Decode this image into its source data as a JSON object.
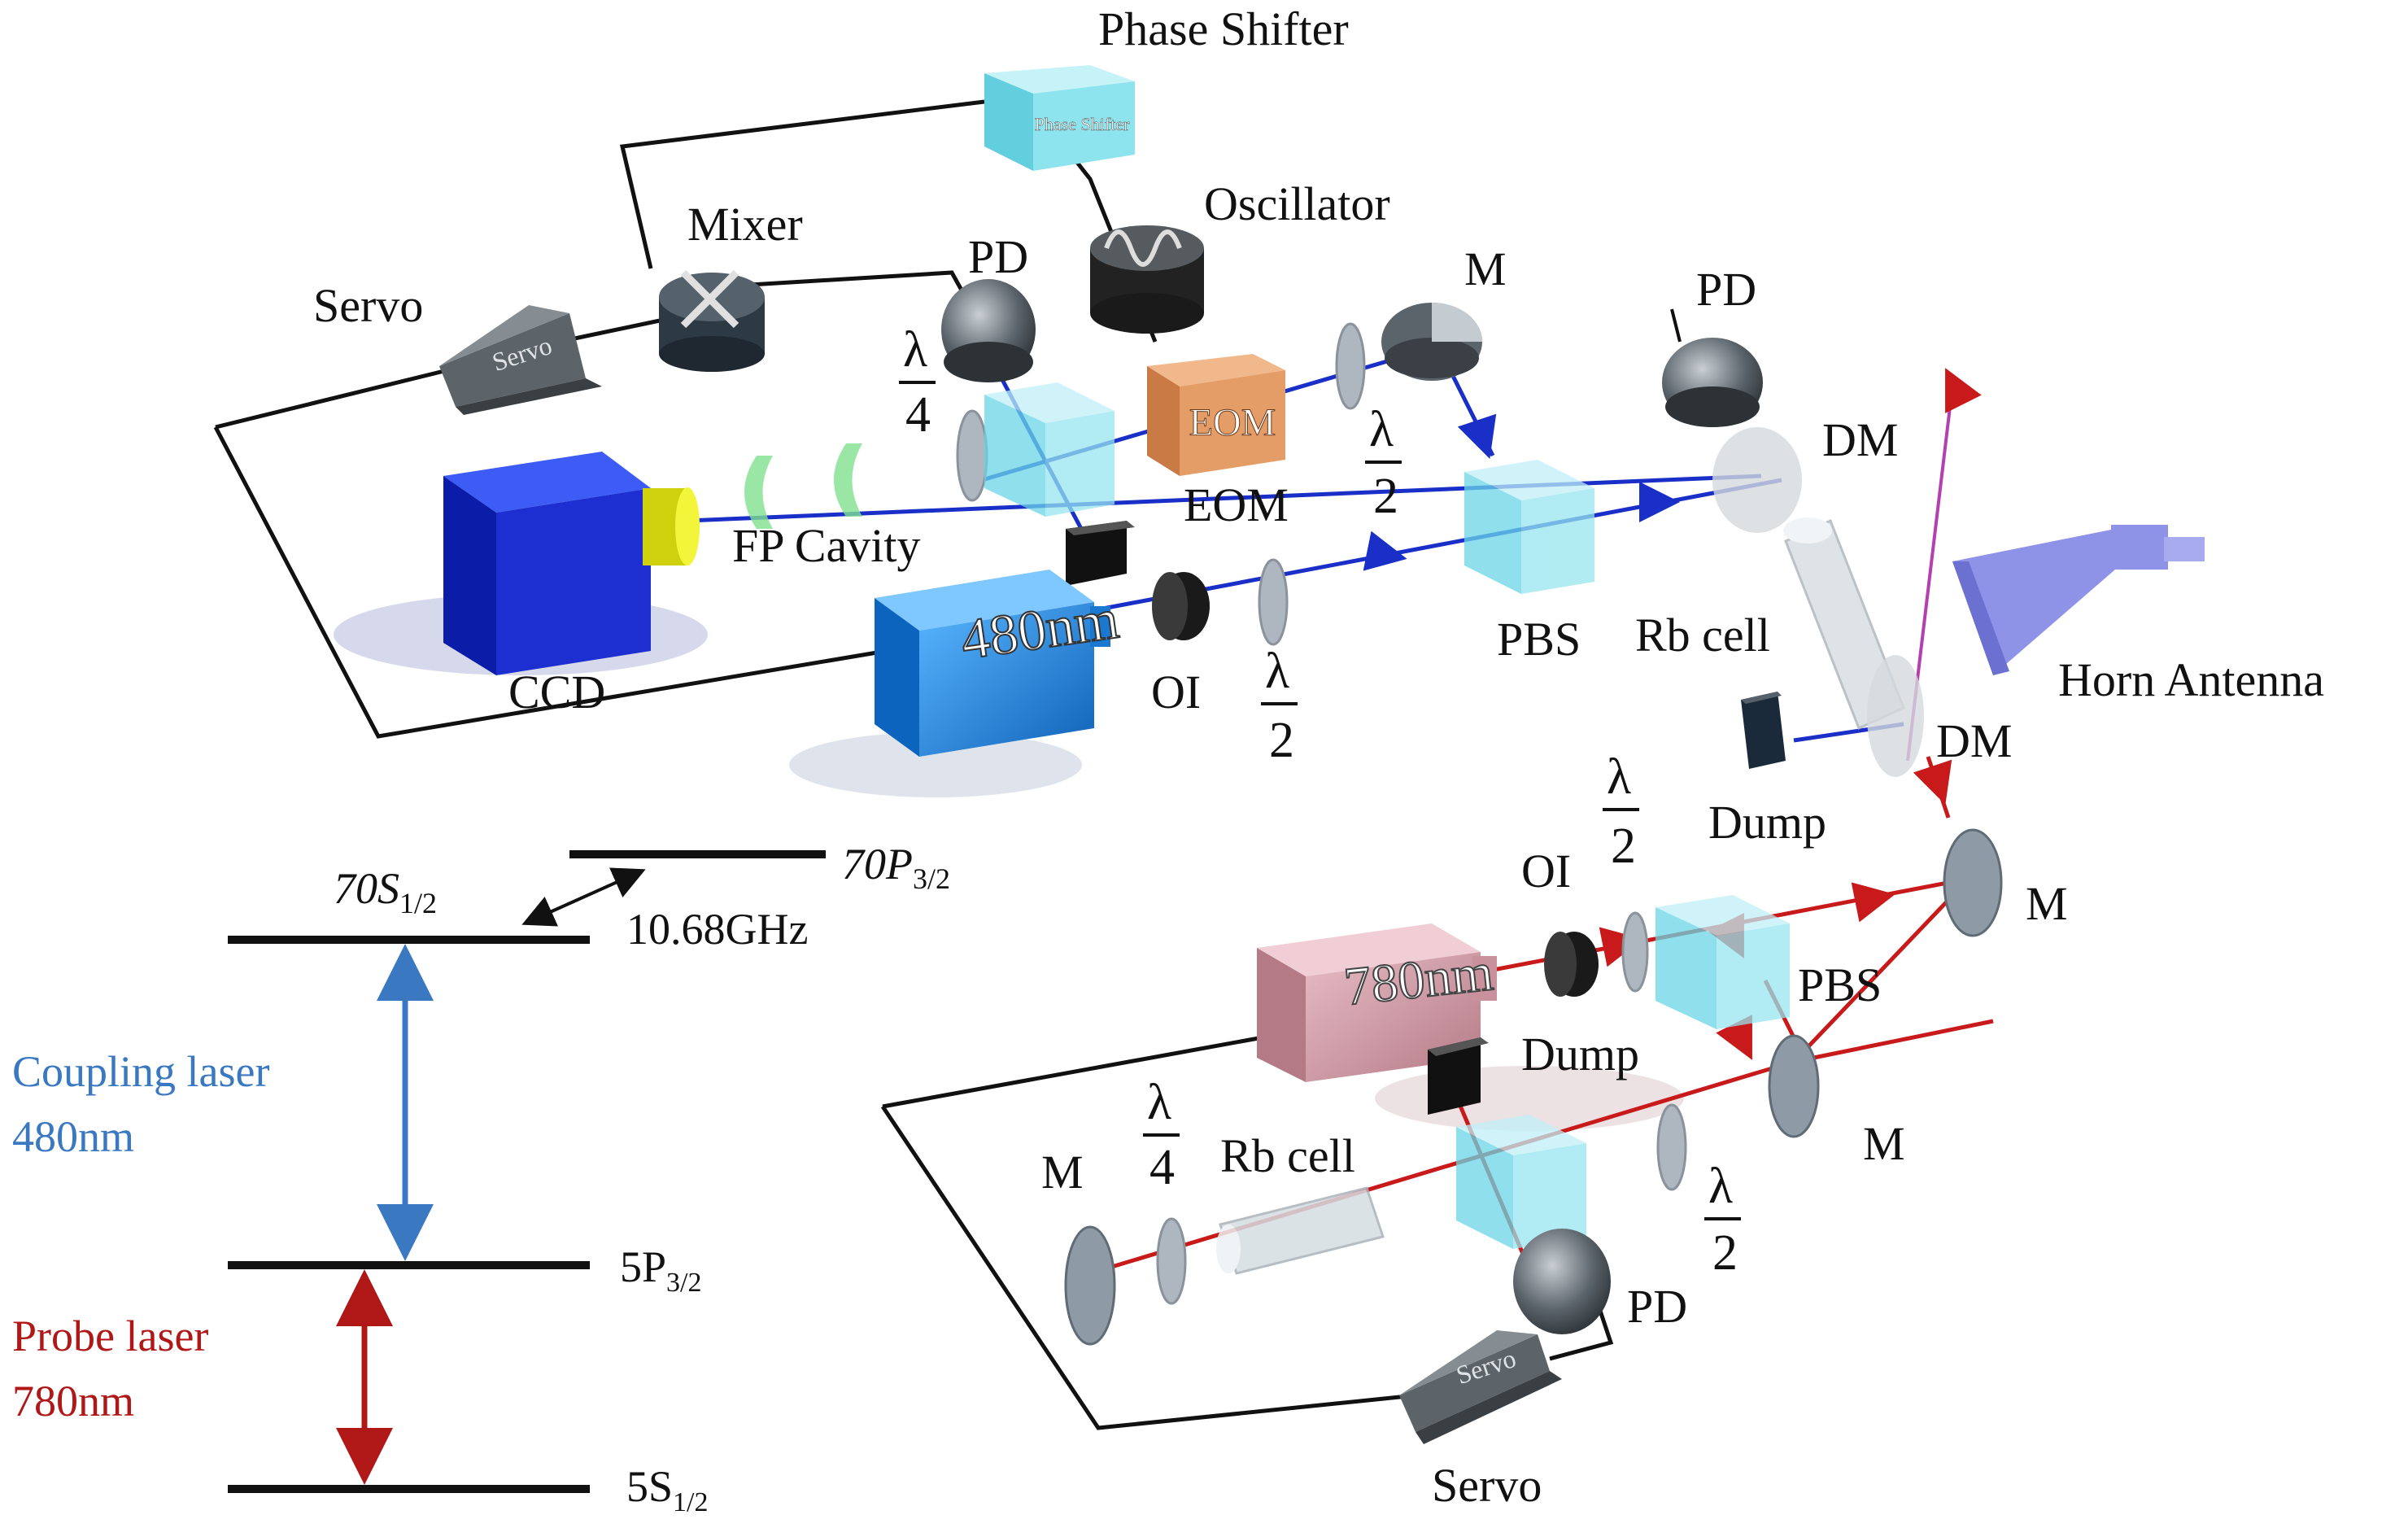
{
  "labels": {
    "phase_shifter": "Phase Shifter",
    "oscillator": "Oscillator",
    "mixer": "Mixer",
    "servo_top": "Servo",
    "pd_top_left": "PD",
    "pd_top_right": "PD",
    "m_top": "M",
    "dm_top": "DM",
    "dm_bottom": "DM",
    "eom": "EOM",
    "pbs_top": "PBS",
    "rb_cell_top": "Rb cell",
    "horn_antenna": "Horn Antenna",
    "fp_cavity": "FP Cavity",
    "ccd": "CCD",
    "oi_top": "OI",
    "dump_top": "Dump",
    "oi_bottom": "OI",
    "pbs_bottom": "PBS",
    "m_right": "M",
    "dump_bottom": "Dump",
    "m_lower_right": "M",
    "m_left": "M",
    "rb_cell_bottom": "Rb cell",
    "pd_bottom": "PD",
    "servo_bottom": "Servo"
  },
  "box_text": {
    "laser_480": "480nm",
    "laser_780": "780nm",
    "eom_box": "EOM",
    "servo_box_top": "Servo",
    "servo_box_bottom": "Servo",
    "phase_box": "Phase Shifter"
  },
  "waveplates": {
    "lambda": "λ",
    "quarter": "4",
    "half": "2"
  },
  "energy_levels": {
    "level_70s": "70S",
    "level_70s_sub": "1/2",
    "level_70p": "70P",
    "level_70p_sub": "3/2",
    "transition_freq": "10.68GHz",
    "level_5p": "5P",
    "level_5p_sub": "3/2",
    "level_5s": "5S",
    "level_5s_sub": "1/2",
    "coupling_line1": "Coupling laser",
    "coupling_line2": "480nm",
    "probe_line1": "Probe laser",
    "probe_line2": "780nm"
  },
  "colors": {
    "coupling_beam": "#1a2fc8",
    "probe_beam": "#c81a1a",
    "coupling_text": "#3a78c2",
    "probe_text": "#b01818",
    "cube": "#8fe3f0",
    "laser480": "#1e8fe0",
    "laser780": "#d8a2ae",
    "ccd": "#1d2fd0"
  }
}
